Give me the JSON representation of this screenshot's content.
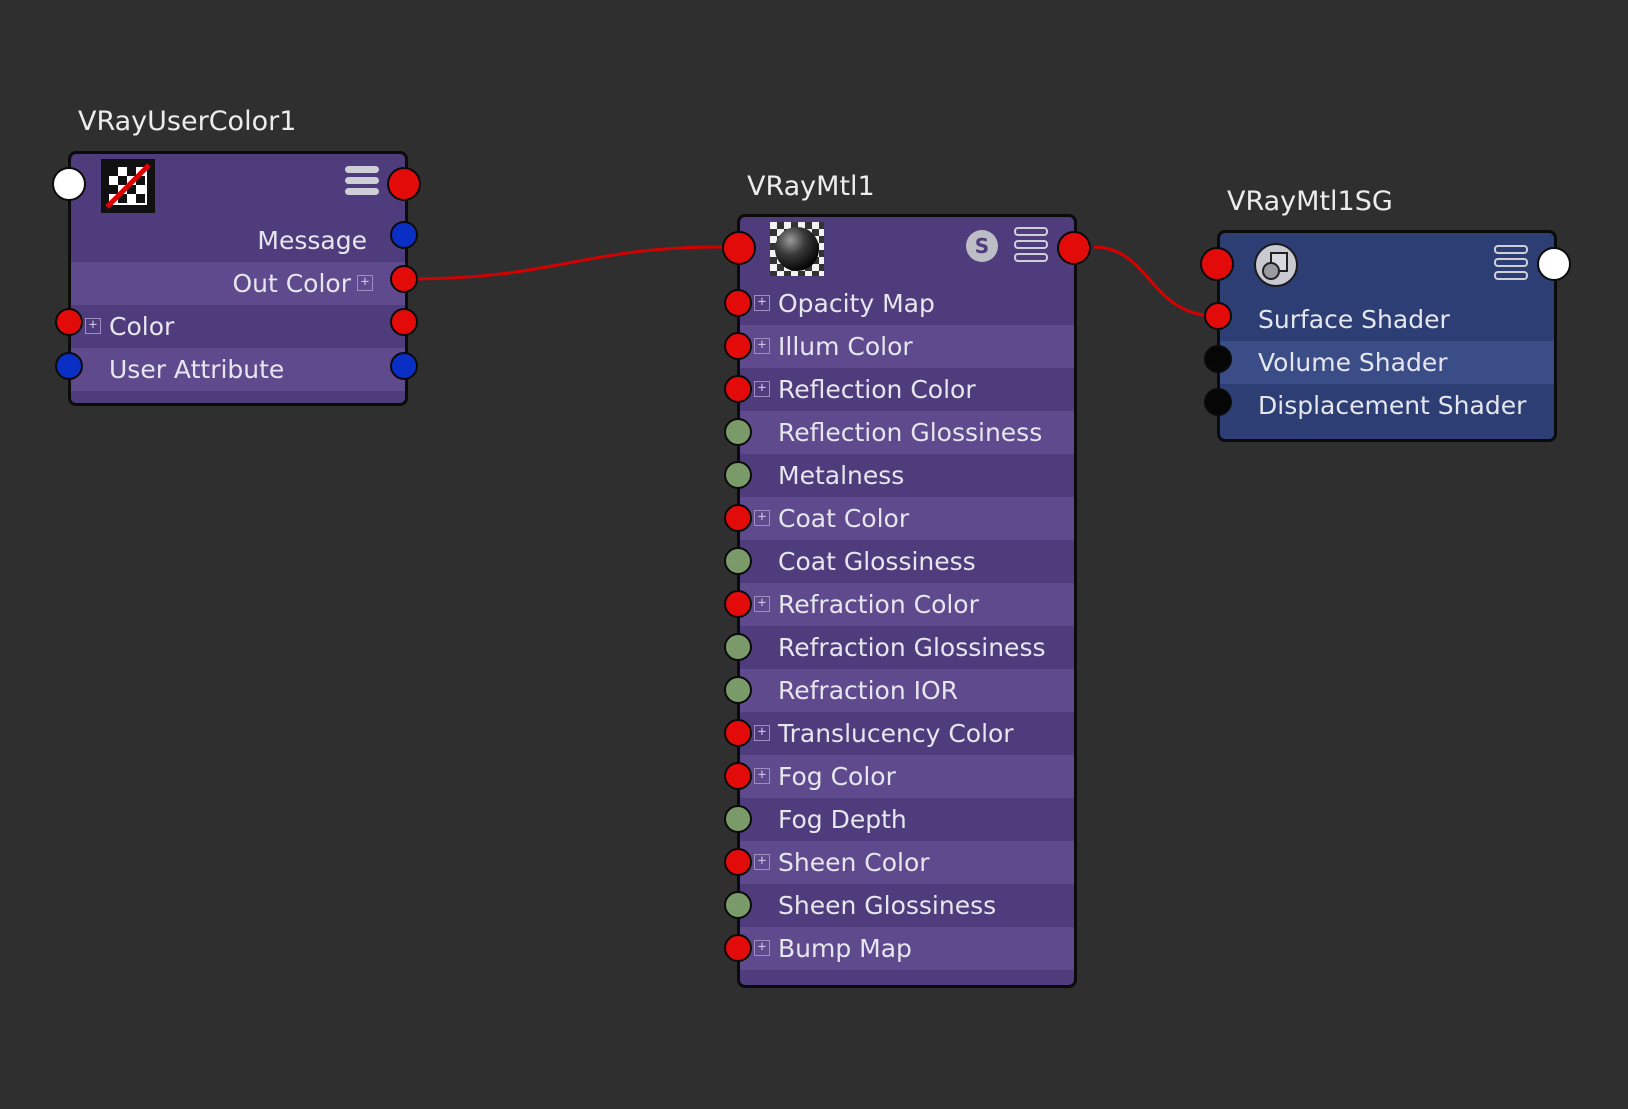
{
  "nodes": {
    "user_color": {
      "title": "VRayUserColor1",
      "attributes": [
        {
          "label": "Message",
          "plug": "blue"
        },
        {
          "label": "Out Color",
          "plug": "red"
        },
        {
          "label": "Color",
          "plug": "red"
        },
        {
          "label": "User Attribute",
          "plug": "blue"
        }
      ]
    },
    "vray_mtl": {
      "title": "VRayMtl1",
      "swatch_badge": "S",
      "attributes": [
        {
          "label": "Opacity Map",
          "plug": "red"
        },
        {
          "label": "Illum Color",
          "plug": "red"
        },
        {
          "label": "Reflection Color",
          "plug": "red"
        },
        {
          "label": "Reflection Glossiness",
          "plug": "green"
        },
        {
          "label": "Metalness",
          "plug": "green"
        },
        {
          "label": "Coat Color",
          "plug": "red"
        },
        {
          "label": "Coat Glossiness",
          "plug": "green"
        },
        {
          "label": "Refraction Color",
          "plug": "red"
        },
        {
          "label": "Refraction Glossiness",
          "plug": "green"
        },
        {
          "label": "Refraction IOR",
          "plug": "green"
        },
        {
          "label": "Translucency Color",
          "plug": "red"
        },
        {
          "label": "Fog Color",
          "plug": "red"
        },
        {
          "label": "Fog Depth",
          "plug": "green"
        },
        {
          "label": "Sheen Color",
          "plug": "red"
        },
        {
          "label": "Sheen Glossiness",
          "plug": "green"
        },
        {
          "label": "Bump Map",
          "plug": "red"
        }
      ]
    },
    "shading_group": {
      "title": "VRayMtl1SG",
      "attributes": [
        {
          "label": "Surface Shader",
          "plug": "red"
        },
        {
          "label": "Volume Shader",
          "plug": "black"
        },
        {
          "label": "Displacement Shader",
          "plug": "black"
        }
      ]
    }
  },
  "connections": [
    {
      "from": "VRayUserColor1.Out Color",
      "to": "VRayMtl1"
    },
    {
      "from": "VRayMtl1",
      "to": "VRayMtl1SG.Surface Shader"
    }
  ],
  "colors": {
    "background": "#2f2f2f",
    "material_node": "#4f3c7c",
    "shading_group_node": "#2c3e74",
    "wire": "#d40000"
  }
}
